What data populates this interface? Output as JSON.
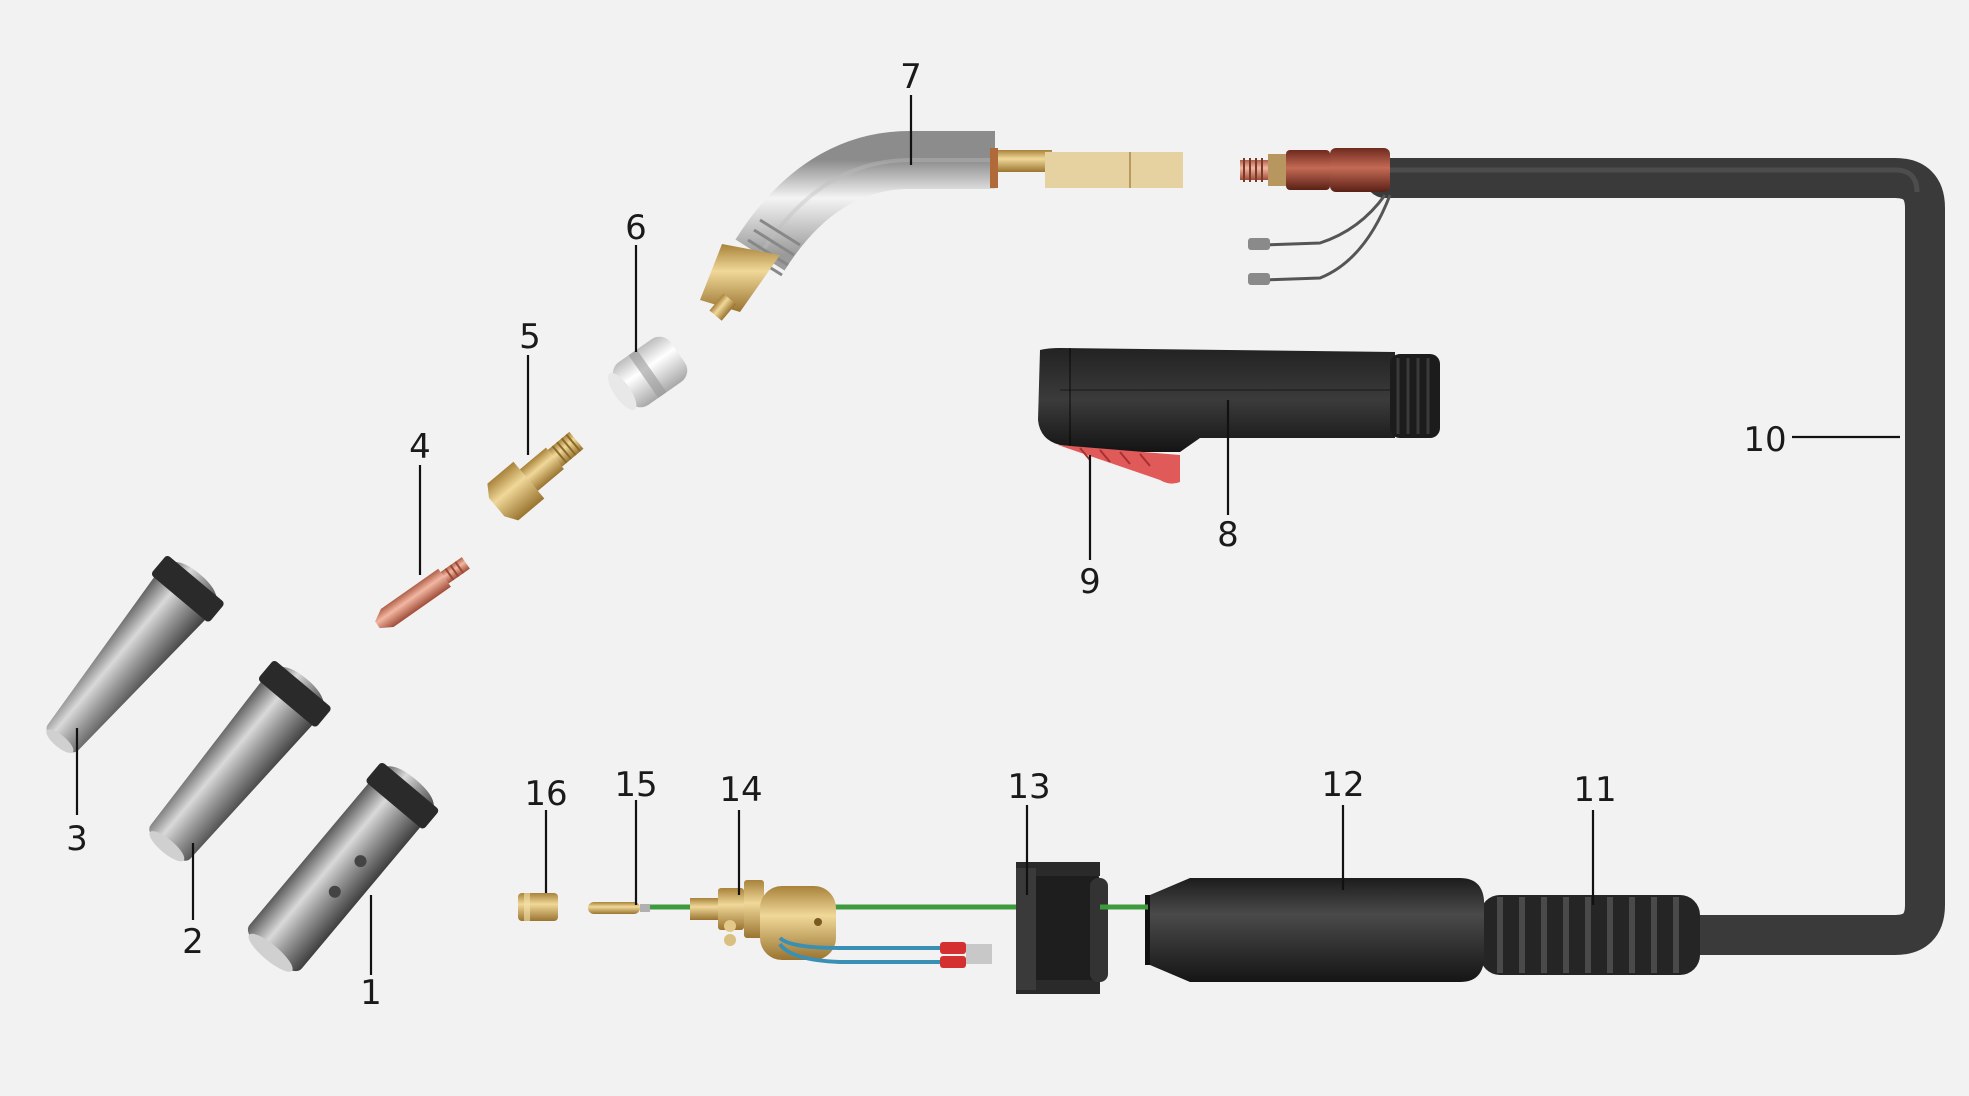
{
  "diagram": {
    "title": "",
    "parts": [
      {
        "id": "1",
        "label": "1"
      },
      {
        "id": "2",
        "label": "2"
      },
      {
        "id": "3",
        "label": "3"
      },
      {
        "id": "4",
        "label": "4"
      },
      {
        "id": "5",
        "label": "5"
      },
      {
        "id": "6",
        "label": "6"
      },
      {
        "id": "7",
        "label": "7"
      },
      {
        "id": "8",
        "label": "8"
      },
      {
        "id": "9",
        "label": "9"
      },
      {
        "id": "10",
        "label": "10"
      },
      {
        "id": "11",
        "label": "11"
      },
      {
        "id": "12",
        "label": "12"
      },
      {
        "id": "13",
        "label": "13"
      },
      {
        "id": "14",
        "label": "14"
      },
      {
        "id": "15",
        "label": "15"
      },
      {
        "id": "16",
        "label": "16"
      }
    ]
  }
}
